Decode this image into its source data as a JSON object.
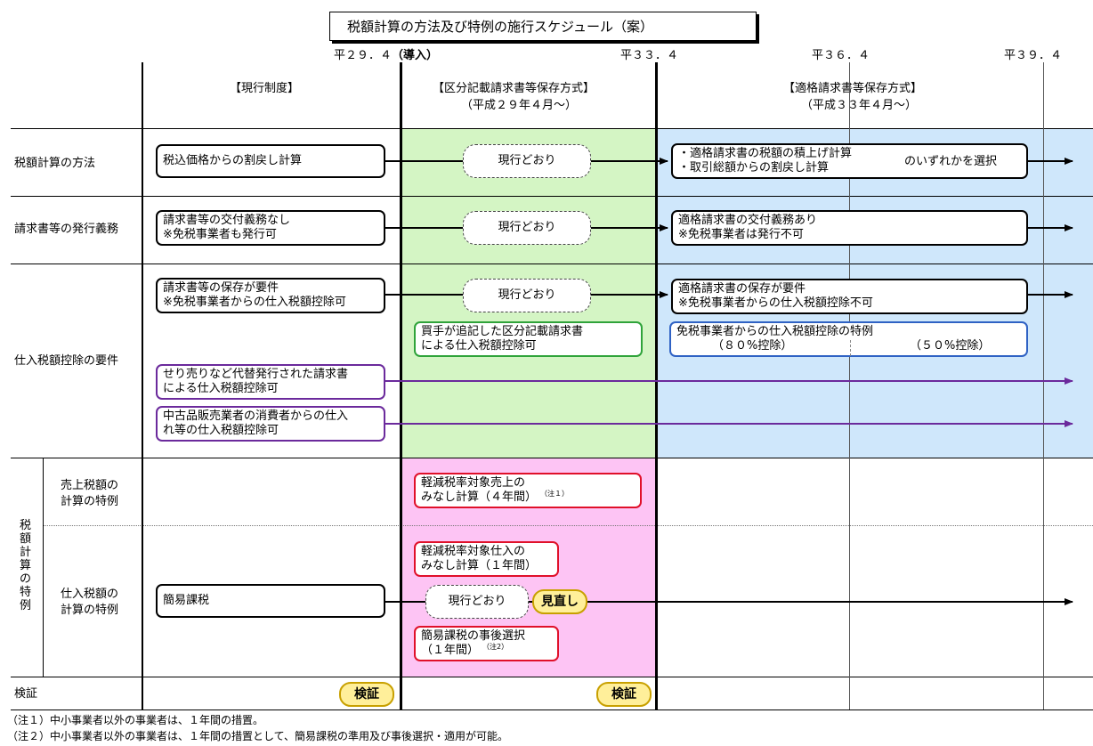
{
  "title": "税額計算の方法及び特例の施行スケジュール（案）",
  "timeline": {
    "d1": "平２９．４",
    "d1_tag": "（導入）",
    "d2": "平３３．４",
    "d3": "平３６．４",
    "d4": "平３９．４"
  },
  "headers": {
    "current": "【現行制度】",
    "kubun_1": "【区分記載請求書等保存方式】",
    "kubun_2": "（平成２９年４月～）",
    "tekikaku_1": "【適格請求書等保存方式】",
    "tekikaku_2": "（平成３３年４月～）"
  },
  "rows": {
    "r1": "税額計算の方法",
    "r2": "請求書等の発行義務",
    "r3": "仕入税額控除の要件",
    "r4_group": "税額計算の特例",
    "r4a_1": "売上税額の",
    "r4a_2": "計算の特例",
    "r4b_1": "仕入税額の",
    "r4b_2": "計算の特例",
    "r5": "検証"
  },
  "boxes": {
    "r1_current": "税込価格からの割戻し計算",
    "same": "現行どおり",
    "r1_new_1": "・適格請求書の税額の積上げ計算",
    "r1_new_2": "・取引総額からの割戻し計算",
    "r1_new_choice": "のいずれかを選択",
    "r2_current_1": "請求書等の交付義務なし",
    "r2_current_2": "※免税事業者も発行可",
    "r2_new_1": "適格請求書の交付義務あり",
    "r2_new_2": "※免税事業者は発行不可",
    "r3_current_1": "請求書等の保存が要件",
    "r3_current_2": "※免税事業者からの仕入税額控除可",
    "r3_new_1": "適格請求書の保存が要件",
    "r3_new_2": "※免税事業者からの仕入税額控除不可",
    "r3_green_1": "買手が追記した区分記載請求書",
    "r3_green_2": "による仕入税額控除可",
    "r3_blue_1": "免税事業者からの仕入税額控除の特例",
    "r3_blue_80": "（８０%控除）",
    "r3_blue_50": "（５０%控除）",
    "r3_purple1_1": "せり売りなど代替発行された請求書",
    "r3_purple1_2": "による仕入税額控除可",
    "r3_purple2_1": "中古品販売業者の消費者からの仕入",
    "r3_purple2_2": "れ等の仕入税額控除可",
    "r4a_red_1": "軽減税率対象売上の",
    "r4a_red_2": "みなし計算（４年間）",
    "r4a_red_note": "（注１）",
    "r4b_red1_1": "軽減税率対象仕入の",
    "r4b_red1_2": "みなし計算（１年間）",
    "r4b_current": "簡易課税",
    "review": "見直し",
    "r4b_red2_1": "簡易課税の事後選択",
    "r4b_red2_2": "（１年間）",
    "r4b_red2_note": "（注2）",
    "verify": "検証"
  },
  "notes": {
    "n1": "（注１）中小事業者以外の事業者は、１年間の措置。",
    "n2": "（注２）中小事業者以外の事業者は、１年間の措置として、簡易課税の準用及び事後選択・適用が可能。"
  },
  "colors": {
    "green_zone": "#d4f5c4",
    "blue_zone": "#cfe7fb",
    "pink_zone": "#fdc4f4",
    "purple_arrow": "#6b2a9c",
    "pill": "#ffef9a"
  }
}
